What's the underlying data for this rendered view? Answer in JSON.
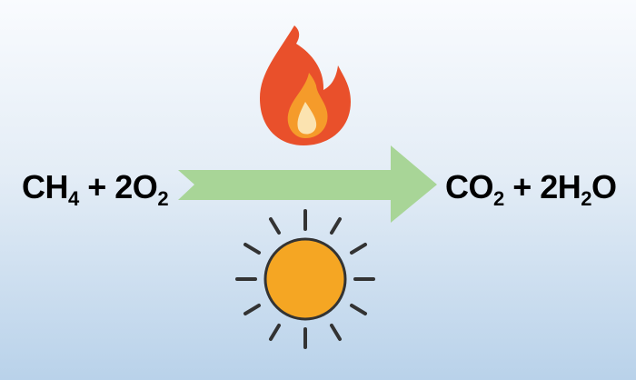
{
  "reactants": {
    "ch": "CH",
    "ch_sub": "4",
    "plus_o": " + 2O",
    "o_sub": "2"
  },
  "products": {
    "co": "CO",
    "co_sub": "2",
    "plus_h": " + 2H",
    "h_sub": "2",
    "o_end": "O"
  },
  "icons": {
    "reaction_arrow": "arrow-right-icon",
    "flame": "flame-icon",
    "sun": "sun-icon"
  },
  "colors": {
    "arrow": "#a8d597",
    "flame_outer": "#e9502b",
    "flame_inner": "#f59b2a",
    "sun_fill": "#f5a623",
    "sun_stroke": "#333333"
  }
}
